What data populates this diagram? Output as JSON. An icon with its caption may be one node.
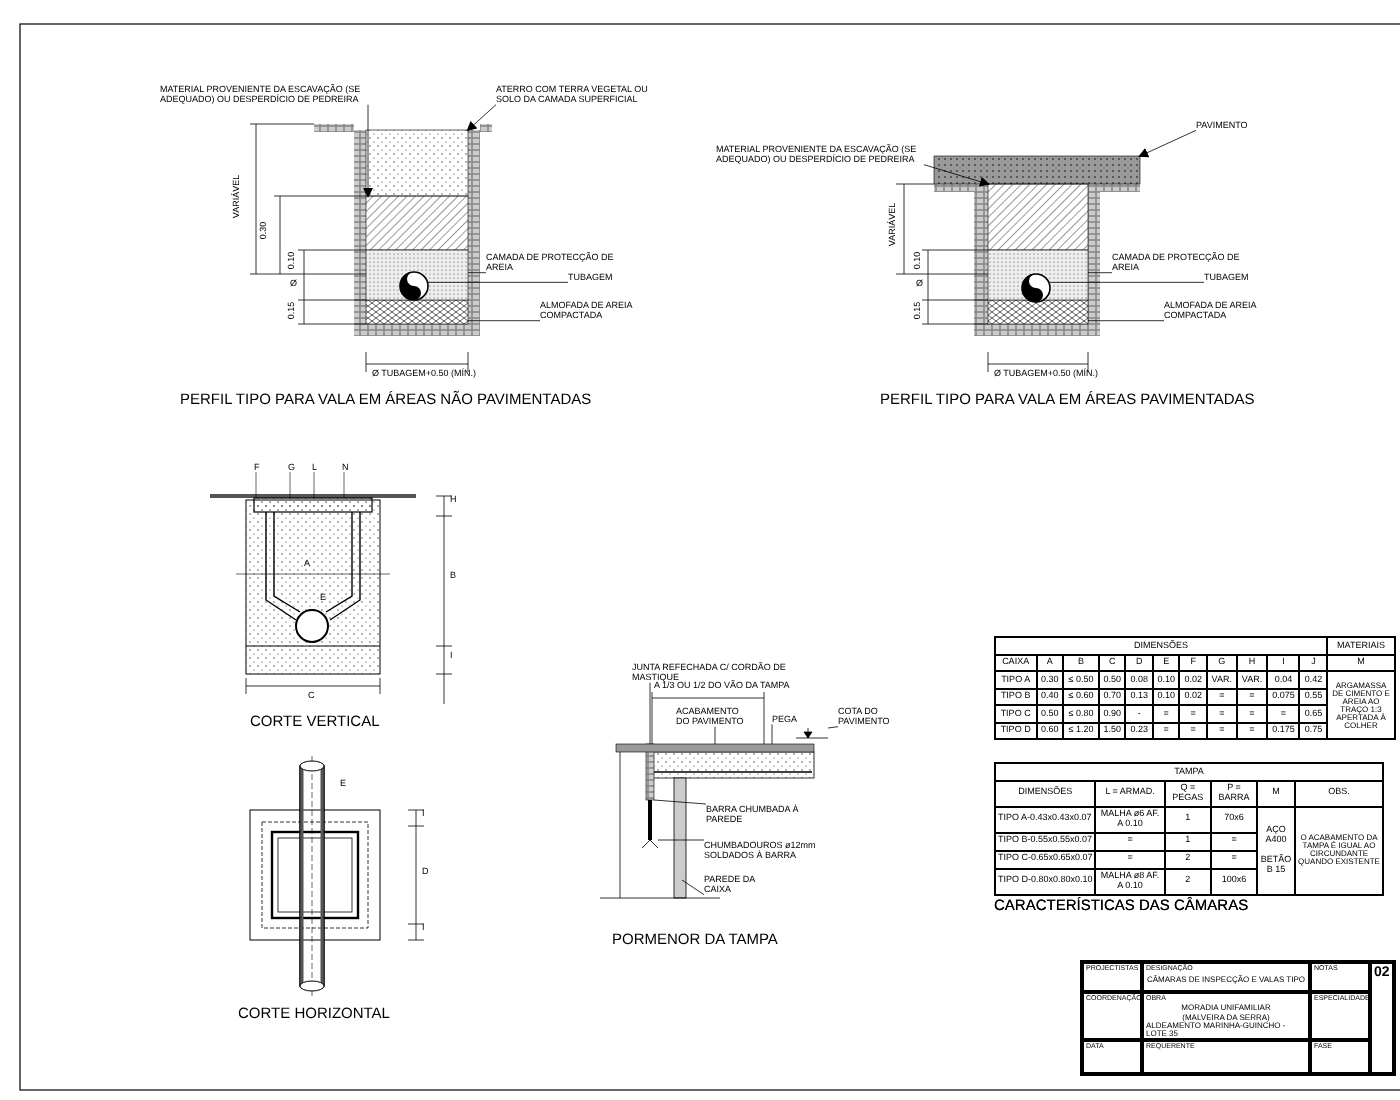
{
  "diagram": {
    "nodes": [
      {
        "text": [
          "MATERIAL PROVENIENTE DA ESCAVAÇÃO (SE ADEQUADO) OU DESPERDÍCIO DE PEDREIRA"
        ]
      },
      {
        "text": [
          "ATERRO COM TERRA VEGETAL OU SOLO DA CAMADA SUPERFICIAL"
        ]
      },
      {
        "text": [
          "CAMADA DE PROTECÇÃO DE AREIA"
        ]
      },
      {
        "text": [
          "TUBAGEM"
        ]
      },
      {
        "text": [
          "ALMOFADA DE AREIA COMPACTADA"
        ]
      },
      {
        "text": [
          "PAVIMENTO"
        ]
      },
      {
        "text": [
          "MATERIAL PROVENIENTE DA ESCAVAÇÃO (SE ADEQUADO) OU DESPERDÍCIO DE PEDREIRA"
        ]
      },
      {
        "text": [
          "CAMADA DE PROTECÇÃO DE AREIA"
        ]
      },
      {
        "text": [
          "TUBAGEM"
        ]
      },
      {
        "text": [
          "ALMOFADA DE AREIA COMPACTADA"
        ]
      },
      {
        "text": [
          "JUNTA REFECHADA C/ CORDÃO DE MASTIQUE"
        ]
      },
      {
        "text": [
          "ACABAMENTO DO PAVIMENTO"
        ]
      },
      {
        "text": [
          "PEGA"
        ]
      },
      {
        "text": [
          "COTA DO PAVIMENTO"
        ]
      },
      {
        "text": [
          "BARRA CHUMBADA À PAREDE"
        ]
      },
      {
        "text": [
          "CHUMBADOUROS ø12mm SOLDADOS À BARRA"
        ]
      },
      {
        "text": [
          "PAREDE DA CAIXA"
        ]
      },
      {
        "text": [],
        "shape": "box"
      },
      {
        "text": [],
        "shape": "box"
      },
      {
        "text": [],
        "shape": "circle",
        "in": 26
      },
      {
        "text": [],
        "shape": "box"
      },
      {
        "text": [],
        "shape": "box"
      },
      {
        "text": [],
        "shape": "box"
      },
      {
        "text": [],
        "shape": "circle",
        "in": 27
      },
      {
        "text": [],
        "shape": "box"
      },
      {
        "text": [],
        "shape": "box"
      },
      {
        "text": [],
        "shape": "box"
      },
      {
        "text": [],
        "shape": "box"
      },
      {
        "text": [],
        "shape": "bar"
      },
      {
        "text": [],
        "shape": "triangle"
      },
      {
        "text": [],
        "shape": "box"
      }
    ],
    "edges": [
      {
        "from": 0,
        "to": 18,
        "arrow": "to"
      },
      {
        "from": 1,
        "to": 17,
        "arrow": "to"
      },
      {
        "from": 2,
        "to": 26,
        "arrow": "none"
      },
      {
        "from": 3,
        "to": 19,
        "arrow": "none"
      },
      {
        "from": 4,
        "to": 20,
        "arrow": "none"
      },
      {
        "from": 5,
        "to": 21,
        "arrow": "to"
      },
      {
        "from": 6,
        "to": 22,
        "arrow": "to"
      },
      {
        "from": 7,
        "to": 27,
        "arrow": "none"
      },
      {
        "from": 8,
        "to": 23,
        "arrow": "none"
      },
      {
        "from": 9,
        "to": 24,
        "arrow": "none"
      },
      {
        "from": 10,
        "to": 25,
        "arrow": "none"
      },
      {
        "from": 11,
        "to": 30,
        "arrow": "none"
      },
      {
        "from": 12,
        "to": 30,
        "arrow": "none"
      },
      {
        "from": 13,
        "to": 29,
        "arrow": "none"
      },
      {
        "from": 14,
        "to": 25,
        "arrow": "none"
      },
      {
        "from": 15,
        "to": 28,
        "arrow": "none"
      },
      {
        "from": 16,
        "to": null,
        "arrow": "none"
      }
    ],
    "labels": [
      "VARIÁVEL",
      "0.30",
      "0.10",
      "Ø",
      "0.15",
      "Ø TUBAGEM+0.50 (MÍN.)",
      "PERFIL TIPO PARA VALA EM ÁREAS NÃO PAVIMENTADAS",
      "VARIÁVEL",
      "0.10",
      "Ø",
      "0.15",
      "Ø TUBAGEM+0.50 (MÍN.)",
      "PERFIL TIPO PARA VALA EM ÁREAS PAVIMENTADAS",
      "F",
      "G",
      "L",
      "N",
      "H",
      "B",
      "I",
      "A",
      "E",
      "C",
      "CORTE VERTICAL",
      "E",
      "I",
      "D",
      "I",
      "CORTE HORIZONTAL",
      "A 1/3 OU 1/2 DO VÃO DA TAMPA",
      "PORMENOR DA TAMPA",
      "DIMENSÕES",
      "MATERIAIS",
      "CAIXA",
      "A",
      "B",
      "C",
      "D",
      "E",
      "F",
      "G",
      "H",
      "I",
      "J",
      "M",
      "TIPO A",
      "0.30",
      "≤ 0.50",
      "0.50",
      "0.08",
      "0.10",
      "0.02",
      "VAR.",
      "VAR.",
      "0.04",
      "0.42",
      "TIPO B",
      "0.40",
      "≤ 0.60",
      "0.70",
      "0.13",
      "0.10",
      "0.02",
      "=",
      "=",
      "0.075",
      "0.55",
      "TIPO C",
      "0.50",
      "≤ 0.80",
      "0.90",
      "-",
      "=",
      "=",
      "=",
      "=",
      "=",
      "0.65",
      "TIPO D",
      "0.60",
      "≤ 1.20",
      "1.50",
      "0.23",
      "=",
      "=",
      "=",
      "=",
      "0.175",
      "0.75",
      "ARGAMASSA DE CIMENTO E AREIA AO TRAÇO 1:3 APERTADA À COLHER",
      "TAMPA",
      "DIMENSÕES",
      "L = ARMAD.",
      "Q = PEGAS",
      "P = BARRA",
      "M",
      "OBS.",
      "TIPO A-0.43x0.43x0.07",
      "MALHA ø6 AF. A 0.10",
      "1",
      "70x6",
      "TIPO B-0.55x0.55x0.07",
      "=",
      "1",
      "=",
      "TIPO C-0.65x0.65x0.07",
      "=",
      "2",
      "=",
      "TIPO D-0.80x0.80x0.10",
      "MALHA ø8 AF. A 0.10",
      "2",
      "100x6",
      "AÇO A400",
      "BETÃO B 15",
      "O ACABAMENTO DA TAMPA É IGUAL AO CIRCUNDANTE QUANDO EXISTENTE",
      "CARACTERÍSTICAS DAS CÂMARAS",
      "PROJECTISTAS",
      "DESIGNAÇÃO",
      "CÂMARAS DE INSPECÇÃO E VALAS TIPO",
      "NOTAS",
      "02",
      "COORDENAÇÃO",
      "OBRA",
      "MORADIA UNIFAMILIAR",
      "(MALVEIRA DA SERRA)",
      "ALDEAMENTO MARINHA-GUINCHO - LOTE 35",
      "ESPECIALIDADE",
      "DATA",
      "REQUERENTE",
      "FASE"
    ]
  }
}
